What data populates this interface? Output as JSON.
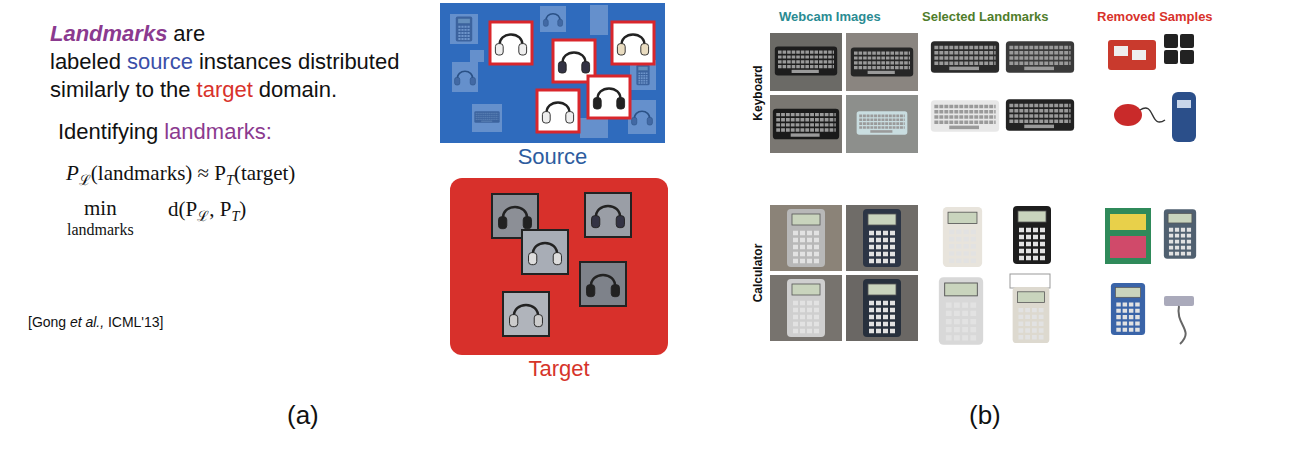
{
  "diagram": {
    "nodes": [
      {
        "text": [
          "Source"
        ]
      },
      {
        "text": [
          "Target"
        ]
      }
    ],
    "labels": [
      "Landmarks",
      "are labeled",
      "source",
      "instances distributed similarly to the",
      "target",
      "domain.",
      "Identifying",
      "landmarks:",
      "P",
      "ℒ",
      "(landmarks) ≈ P",
      "T",
      "(target)",
      "min",
      "landmarks",
      "d(P",
      "ℒ",
      ", P",
      "T",
      ")",
      "[Gong",
      "et al.,",
      "ICML'13]",
      "(a)",
      "Webcam Images",
      "Selected Landmarks",
      "Removed Samples",
      "Keyboard",
      "Calculator",
      "(b)"
    ]
  }
}
